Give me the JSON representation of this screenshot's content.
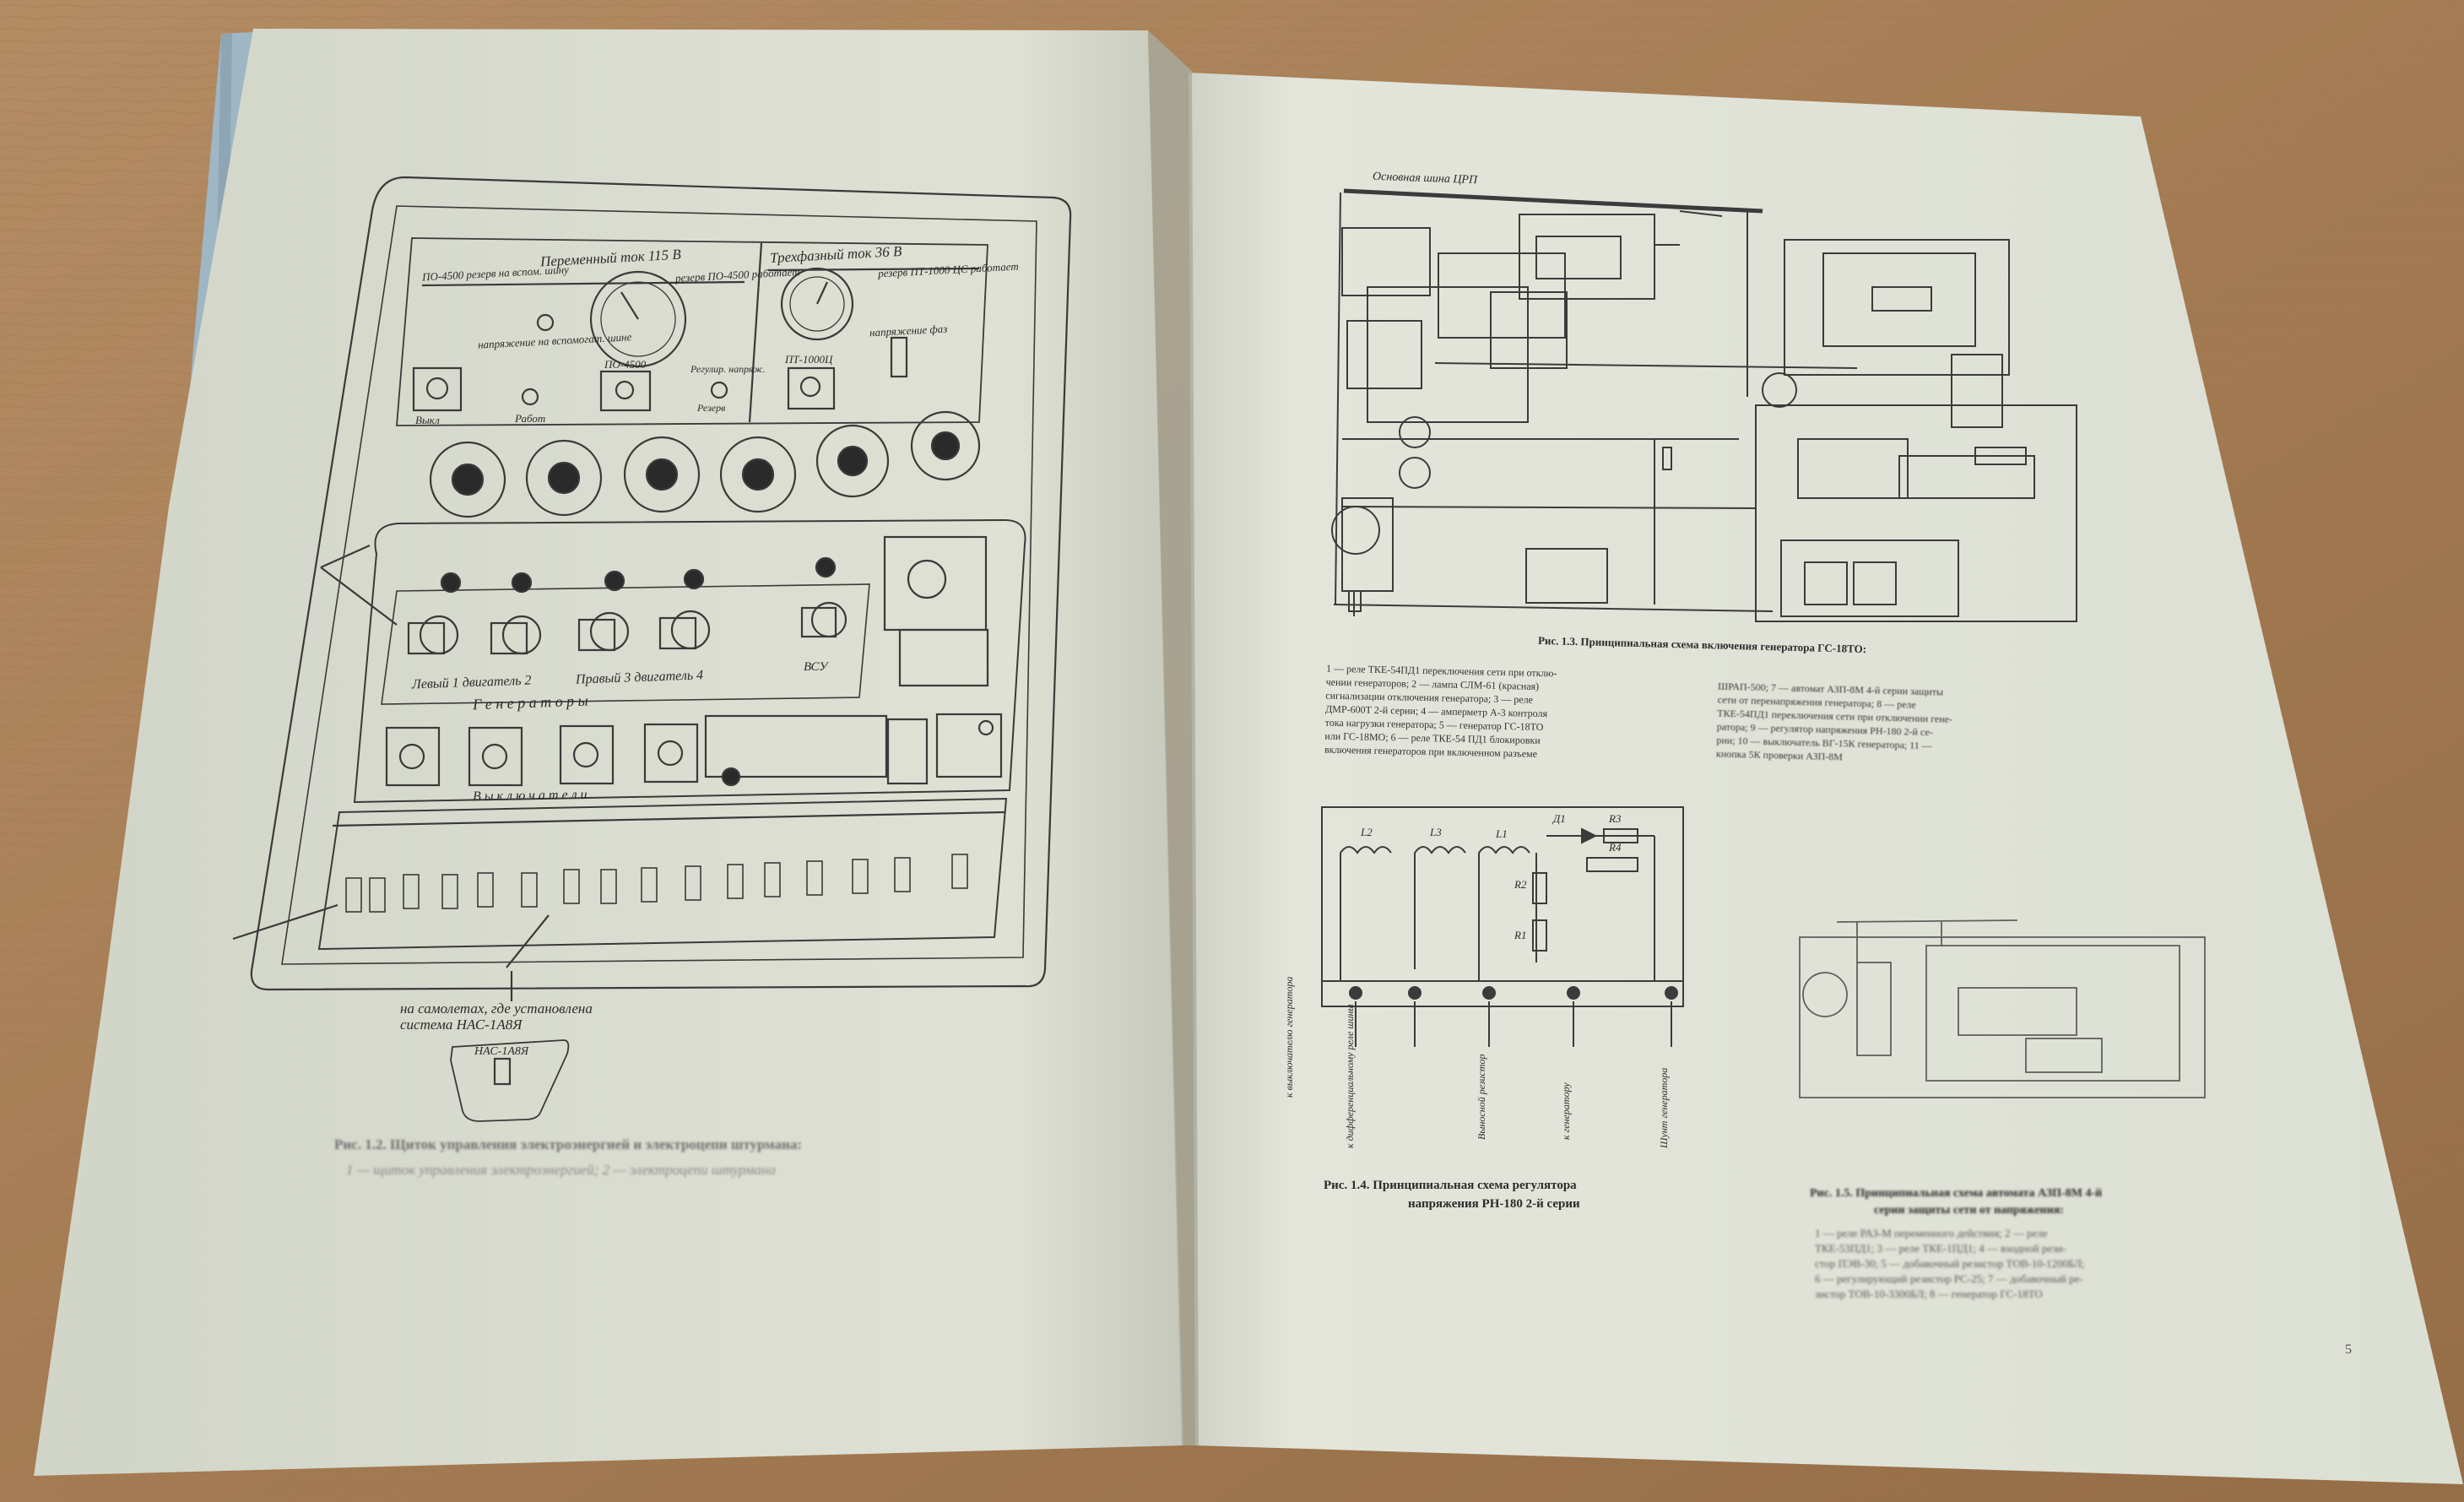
{
  "colors": {
    "table": "#a8825a",
    "table_dark": "#8b6a48",
    "page_left": "#d8dbce",
    "page_right": "#e2e4da",
    "cover": "#9fb6c4",
    "ink": "#3a3a3a"
  },
  "left_page": {
    "panel_top_labels": {
      "ac_single": "Переменный ток 115 В",
      "ac_three": "Трехфазный ток 36 В",
      "po4500_reserve": "ПО-4500 резерв на вспом. шину",
      "reserve_po4500_works": "резерв ПО-4500 работает",
      "pt1000_reserve": "резерв ПТ-1000 ЦС работает",
      "phase_voltage": "напряжение фаз",
      "voltage_aux_bus": "напряжение на вспомогат. шине",
      "vykl": "Выкл",
      "rabot": "Работ",
      "po4500": "ПО-4500",
      "pt1000": "ПТ-1000Ц",
      "regul_napryaj": "Регулир. напряж.",
      "rezerv": "Резерв"
    },
    "gen_labels": {
      "left_engines": "Левый 1 двигатель 2",
      "right_engines": "Правый 3 двигатель 4",
      "generators": "Г е н е р а т о р ы",
      "vsu": "ВСУ",
      "vyklyuchateli": "В ы к л ю ч а т е л и"
    },
    "bottom_annotation": "на самолетах, где установлена система НАС-1А8Я",
    "nas_label": "НАС-1А8Я",
    "caption_title": "Рис. 1.2. Щиток управления электроэнергией и электроцепи штурмана:",
    "caption_body": "1 — щиток управления электроэнергией; 2 — электроцепи штурмана"
  },
  "right_page": {
    "bus_label": "Основная шина ЦРП",
    "fig13_title": "Рис. 1.3. Принципиальная схема включения генератора ГС-18ТО:",
    "fig13_desc_left": [
      "1 — реле ТКЕ-54ПД1 переключения сети при отклю-",
      "чении генераторов; 2 — лампа СЛМ-61 (красная)",
      "сигнализации отключения генератора; 3 — реле",
      "ДМР-600Т 2-й серии; 4 — амперметр А-3 контроля",
      "тока нагрузки генератора; 5 — генератор ГС-18ТО",
      "или ГС-18МО; 6 — реле ТКЕ-54 ПД1 блокировки",
      "включения генераторов при включенном разъеме"
    ],
    "fig13_desc_right": [
      "ШРАП-500; 7 — автомат АЗП-8М 4-й серии защиты",
      "сети от перенапряжения генератора; 8 — реле",
      "ТКЕ-54ПД1 переключения сети при отключении гене-",
      "ратора; 9 — регулятор напряжения РН-180 2-й се-",
      "рии; 10 — выключатель ВГ-15К генератора; 11 —",
      "кнопка 5К проверки АЗП-8М"
    ],
    "fig14_title_l1": "Рис. 1.4. Принципиальная схема регулятора",
    "fig14_title_l2": "напряжения РН-180 2-й серии",
    "fig15_title_l1": "Рис. 1.5. Принципиальная схема автомата АЗП-8М 4-й",
    "fig15_title_l2": "серии защиты сети от напряжения:",
    "fig15_desc": [
      "1 — реле РАЗ-М переменного действия; 2 — реле",
      "ТКЕ-53ПД1; 3 — реле ТКЕ-1ПД1; 4 — входной рези-",
      "стор ПЭВ-30; 5 — добавочный резистор ТОВ-10-1200БЛ;",
      "6 — регулирующий резистор РС-25; 7 — добавочный ре-",
      "зистор ТОВ-10-3300БЛ; 8 — генератор ГС-18ТО"
    ],
    "fig14_labels": [
      "L2",
      "L3",
      "L1",
      "Д1",
      "R3",
      "R2",
      "R1",
      "R4"
    ],
    "fig14_terminals": [
      "к выключателю генератора",
      "к дифференциальному реле шины",
      "Выносной резистор",
      "к генератору",
      "Шунт генератора"
    ],
    "page_number": "5"
  }
}
